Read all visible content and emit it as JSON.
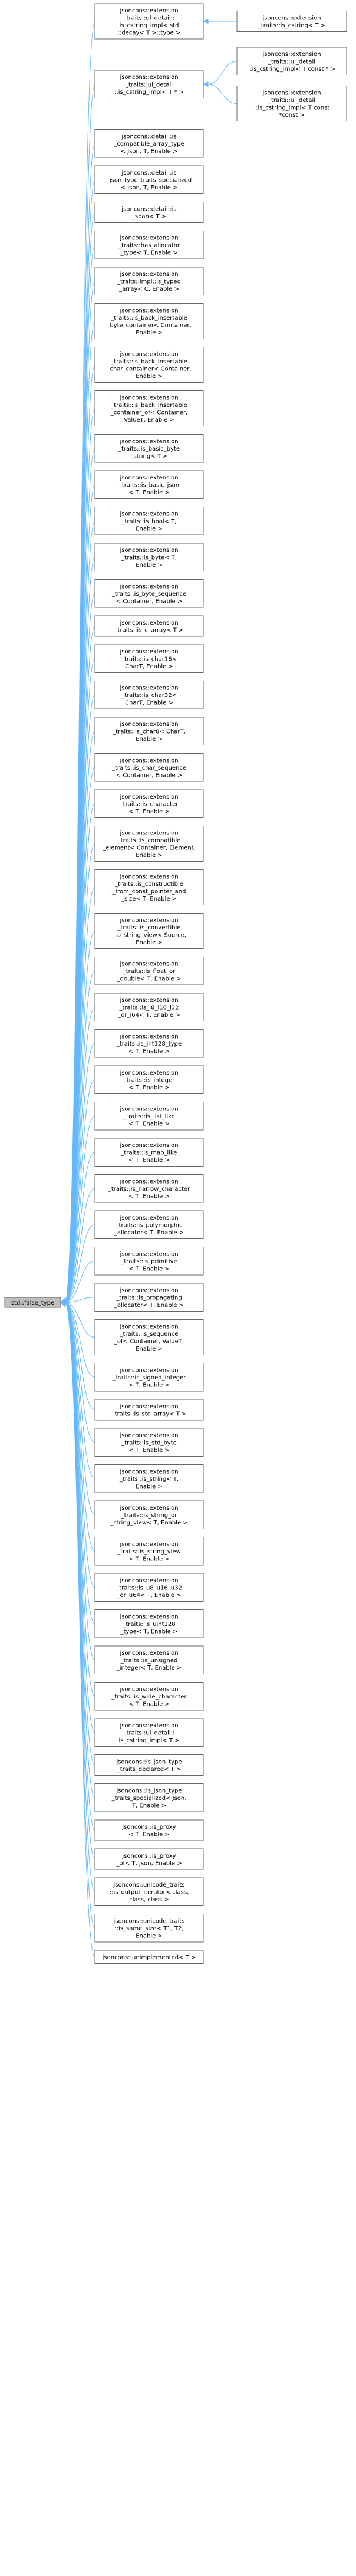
{
  "root": {
    "id": "root",
    "lines": [
      "std::false_type"
    ]
  },
  "groups": [
    {
      "id": "g0",
      "lines": [
        "jsoncons::extension",
        "_traits::ul_detail::",
        "is_cstring_impl< std",
        "::decay< T >::type >"
      ],
      "children": [
        {
          "id": "g0c0",
          "lines": [
            "jsoncons::extension",
            "_traits::is_cstring< T >"
          ]
        }
      ]
    },
    {
      "id": "g1",
      "lines": [
        "jsoncons::extension",
        "_traits::ul_detail",
        "::is_cstring_impl< T * >"
      ],
      "children": [
        {
          "id": "g1c0",
          "lines": [
            "jsoncons::extension",
            "_traits::ul_detail",
            "::is_cstring_impl< T const * >"
          ]
        },
        {
          "id": "g1c1",
          "lines": [
            "jsoncons::extension",
            "_traits::ul_detail",
            "::is_cstring_impl< T const",
            "*const >"
          ]
        }
      ]
    },
    {
      "id": "n2",
      "lines": [
        "jsoncons::detail::is",
        "_compatible_array_type",
        "< Json, T, Enable >"
      ]
    },
    {
      "id": "n3",
      "lines": [
        "jsoncons::detail::is",
        "_json_type_traits_specialized",
        "< Json, T, Enable >"
      ]
    },
    {
      "id": "n4",
      "lines": [
        "jsoncons::detail::is",
        "_span< T >"
      ]
    },
    {
      "id": "n5",
      "lines": [
        "jsoncons::extension",
        "_traits::has_allocator",
        "_type< T, Enable >"
      ]
    },
    {
      "id": "n6",
      "lines": [
        "jsoncons::extension",
        "_traits::impl::is_typed",
        "_array< C, Enable >"
      ]
    },
    {
      "id": "n7",
      "lines": [
        "jsoncons::extension",
        "_traits::is_back_insertable",
        "_byte_container< Container,",
        "Enable >"
      ]
    },
    {
      "id": "n8",
      "lines": [
        "jsoncons::extension",
        "_traits::is_back_insertable",
        "_char_container< Container,",
        "Enable >"
      ]
    },
    {
      "id": "n9",
      "lines": [
        "jsoncons::extension",
        "_traits::is_back_insertable",
        "_container_of< Container,",
        "ValueT, Enable >"
      ]
    },
    {
      "id": "n10",
      "lines": [
        "jsoncons::extension",
        "_traits::is_basic_byte",
        "_string< T >"
      ]
    },
    {
      "id": "n11",
      "lines": [
        "jsoncons::extension",
        "_traits::is_basic_json",
        "< T, Enable >"
      ]
    },
    {
      "id": "n12",
      "lines": [
        "jsoncons::extension",
        "_traits::is_bool< T,",
        "Enable >"
      ]
    },
    {
      "id": "n13",
      "lines": [
        "jsoncons::extension",
        "_traits::is_byte< T,",
        "Enable >"
      ]
    },
    {
      "id": "n14",
      "lines": [
        "jsoncons::extension",
        "_traits::is_byte_sequence",
        "< Container, Enable >"
      ]
    },
    {
      "id": "n15",
      "lines": [
        "jsoncons::extension",
        "_traits::is_c_array< T >"
      ]
    },
    {
      "id": "n16",
      "lines": [
        "jsoncons::extension",
        "_traits::is_char16<",
        "CharT, Enable >"
      ]
    },
    {
      "id": "n17",
      "lines": [
        "jsoncons::extension",
        "_traits::is_char32<",
        "CharT, Enable >"
      ]
    },
    {
      "id": "n18",
      "lines": [
        "jsoncons::extension",
        "_traits::is_char8< CharT,",
        "Enable >"
      ]
    },
    {
      "id": "n19",
      "lines": [
        "jsoncons::extension",
        "_traits::is_char_sequence",
        "< Container, Enable >"
      ]
    },
    {
      "id": "n20",
      "lines": [
        "jsoncons::extension",
        "_traits::is_character",
        "< T, Enable >"
      ]
    },
    {
      "id": "n21",
      "lines": [
        "jsoncons::extension",
        "_traits::is_compatible",
        "_element< Container, Element,",
        "Enable >"
      ]
    },
    {
      "id": "n22",
      "lines": [
        "jsoncons::extension",
        "_traits::is_constructible",
        "_from_const_pointer_and",
        "_size< T, Enable >"
      ]
    },
    {
      "id": "n23",
      "lines": [
        "jsoncons::extension",
        "_traits::is_convertible",
        "_to_string_view< Source,",
        "Enable >"
      ]
    },
    {
      "id": "n24",
      "lines": [
        "jsoncons::extension",
        "_traits::is_float_or",
        "_double< T, Enable >"
      ]
    },
    {
      "id": "n25",
      "lines": [
        "jsoncons::extension",
        "_traits::is_i8_i16_i32",
        "_or_i64< T, Enable >"
      ]
    },
    {
      "id": "n26",
      "lines": [
        "jsoncons::extension",
        "_traits::is_int128_type",
        "< T, Enable >"
      ]
    },
    {
      "id": "n27",
      "lines": [
        "jsoncons::extension",
        "_traits::is_integer",
        "< T, Enable >"
      ]
    },
    {
      "id": "n28",
      "lines": [
        "jsoncons::extension",
        "_traits::is_list_like",
        "< T, Enable >"
      ]
    },
    {
      "id": "n29",
      "lines": [
        "jsoncons::extension",
        "_traits::is_map_like",
        "< T, Enable >"
      ]
    },
    {
      "id": "n30",
      "lines": [
        "jsoncons::extension",
        "_traits::is_narrow_character",
        "< T, Enable >"
      ]
    },
    {
      "id": "n31",
      "lines": [
        "jsoncons::extension",
        "_traits::is_polymorphic",
        "_allocator< T, Enable >"
      ]
    },
    {
      "id": "n32",
      "lines": [
        "jsoncons::extension",
        "_traits::is_primitive",
        "< T, Enable >"
      ]
    },
    {
      "id": "n33",
      "lines": [
        "jsoncons::extension",
        "_traits::is_propagating",
        "_allocator< T, Enable >"
      ]
    },
    {
      "id": "n34",
      "lines": [
        "jsoncons::extension",
        "_traits::is_sequence",
        "_of< Container, ValueT,",
        "Enable >"
      ]
    },
    {
      "id": "n35",
      "lines": [
        "jsoncons::extension",
        "_traits::is_signed_integer",
        "< T, Enable >"
      ]
    },
    {
      "id": "n36",
      "lines": [
        "jsoncons::extension",
        "_traits::is_std_array< T >"
      ]
    },
    {
      "id": "n37",
      "lines": [
        "jsoncons::extension",
        "_traits::is_std_byte",
        "< T, Enable >"
      ]
    },
    {
      "id": "n38",
      "lines": [
        "jsoncons::extension",
        "_traits::is_string< T,",
        "Enable >"
      ]
    },
    {
      "id": "n39",
      "lines": [
        "jsoncons::extension",
        "_traits::is_string_or",
        "_string_view< T, Enable >"
      ]
    },
    {
      "id": "n40",
      "lines": [
        "jsoncons::extension",
        "_traits::is_string_view",
        "< T, Enable >"
      ]
    },
    {
      "id": "n41",
      "lines": [
        "jsoncons::extension",
        "_traits::is_u8_u16_u32",
        "_or_u64< T, Enable >"
      ]
    },
    {
      "id": "n42",
      "lines": [
        "jsoncons::extension",
        "_traits::is_uint128",
        "_type< T, Enable >"
      ]
    },
    {
      "id": "n43",
      "lines": [
        "jsoncons::extension",
        "_traits::is_unsigned",
        "_integer< T, Enable >"
      ]
    },
    {
      "id": "n44",
      "lines": [
        "jsoncons::extension",
        "_traits::is_wide_character",
        "< T, Enable >"
      ]
    },
    {
      "id": "n45",
      "lines": [
        "jsoncons::extension",
        "_traits::ul_detail::",
        "is_cstring_impl< T >"
      ]
    },
    {
      "id": "n46",
      "lines": [
        "jsoncons::is_json_type",
        "_traits_declared< T >"
      ]
    },
    {
      "id": "n47",
      "lines": [
        "jsoncons::is_json_type",
        "_traits_specialized< Json,",
        "T, Enable >"
      ]
    },
    {
      "id": "n48",
      "lines": [
        "jsoncons::is_proxy",
        "< T, Enable >"
      ]
    },
    {
      "id": "n49",
      "lines": [
        "jsoncons::is_proxy",
        "_of< T, Json, Enable >"
      ]
    },
    {
      "id": "n50",
      "lines": [
        "jsoncons::unicode_traits",
        "::is_output_iterator< class,",
        "class, class >"
      ]
    },
    {
      "id": "n51",
      "lines": [
        "jsoncons::unicode_traits",
        "::is_same_size< T1, T2,",
        "Enable >"
      ]
    },
    {
      "id": "n52",
      "lines": [
        "jsoncons::unimplemented< T >"
      ]
    }
  ]
}
